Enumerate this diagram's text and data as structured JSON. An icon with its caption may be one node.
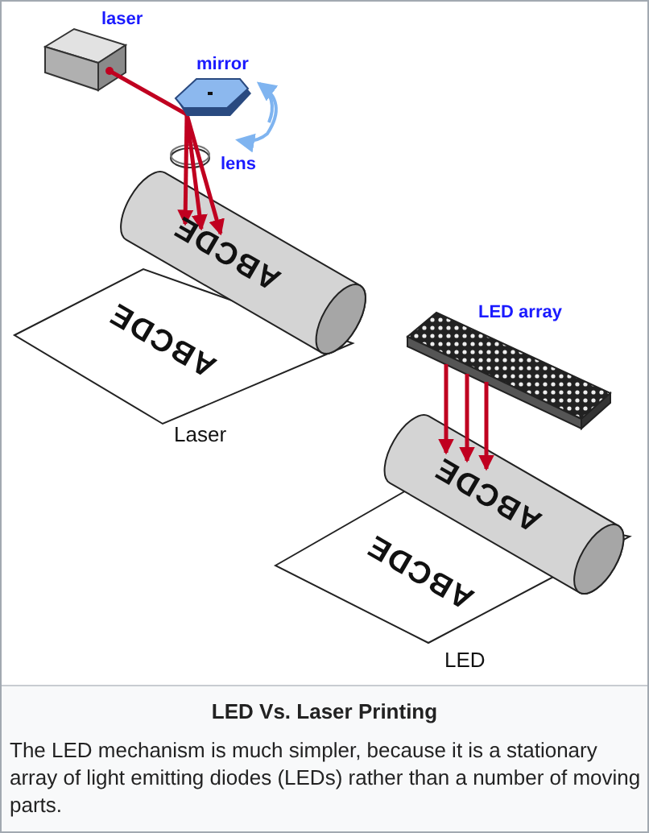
{
  "diagram": {
    "title": "LED Vs. Laser Printing",
    "caption": "The LED mechanism is much simpler, because it is a stationary array of light emitting diodes (LEDs) rather than a number of moving parts.",
    "labels": [
      "laser",
      "mirror",
      "lens",
      "ABCDE",
      "ABCDE",
      "Laser",
      "LED array",
      "ABCDE",
      "ABCDE",
      "LED"
    ]
  }
}
